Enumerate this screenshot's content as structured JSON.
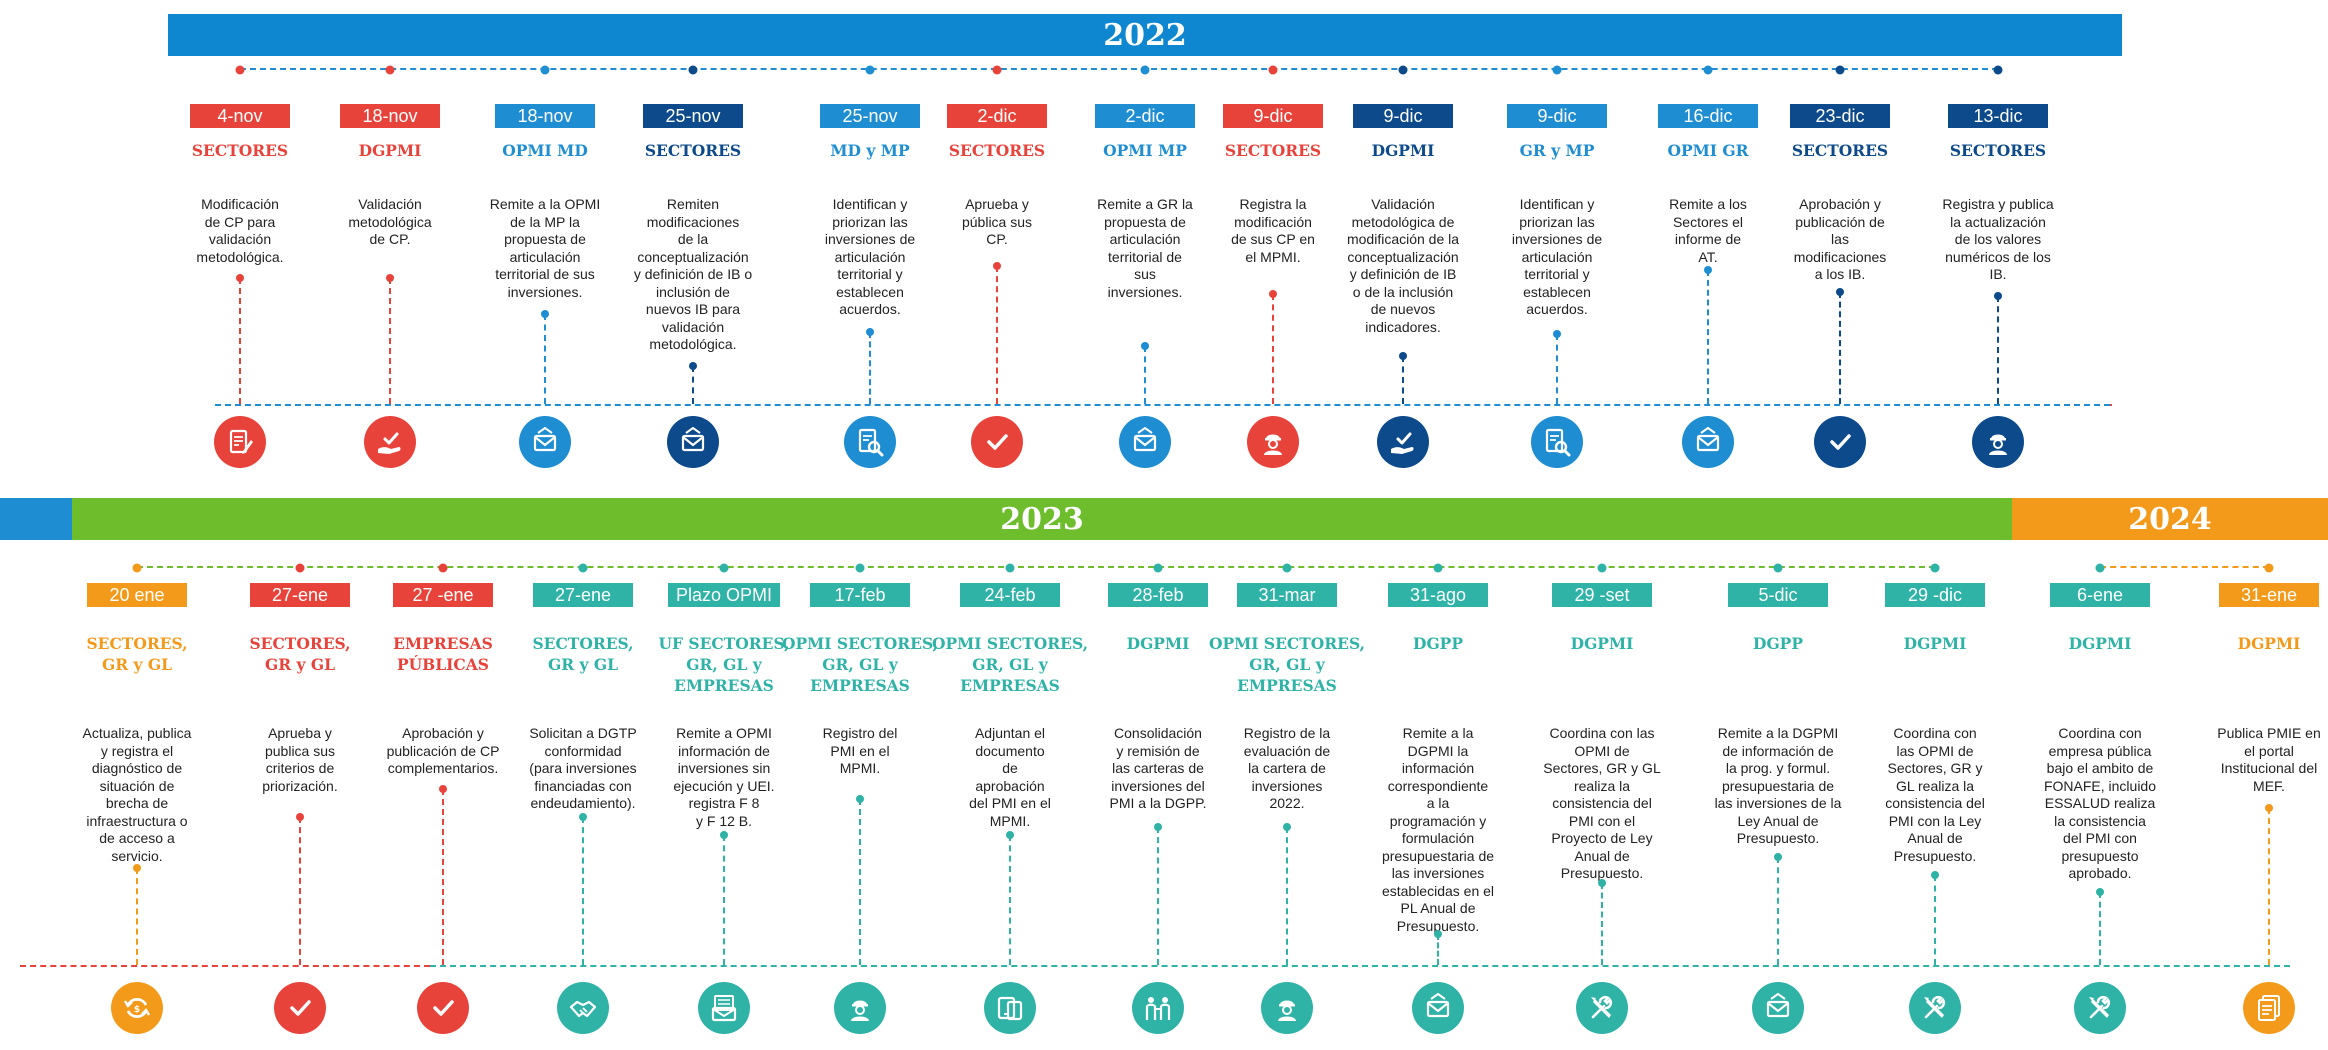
{
  "year_2022": "2022",
  "year_2023": "2023",
  "year_2024": "2024",
  "colors": {
    "red": "#e8433a",
    "navy": "#0d4a8b",
    "blue": "#1e8dd2",
    "teal": "#2eb3a6",
    "orange": "#f39a1a",
    "green": "#6ebd2d"
  },
  "timeline_2022": [
    {
      "date": "4-nov",
      "actor": "SECTORES",
      "desc": "Modificación\nde CP para\nvalidación\nmetodológica.",
      "color": "red",
      "icon": "document-edit-icon"
    },
    {
      "date": "18-nov",
      "actor": "DGPMI",
      "desc": "Validación\nmetodológica\nde CP.",
      "color": "red",
      "icon": "hand-check-icon"
    },
    {
      "date": "18-nov",
      "actor": "OPMI MD",
      "desc": "Remite a la OPMI\nde la MP la\npropuesta de\narticulación\nterritorial de sus\ninversiones.",
      "color": "blue",
      "icon": "envelope-icon"
    },
    {
      "date": "25-nov",
      "actor": "SECTORES",
      "desc": "Remiten\nmodificaciones\nde la\nconceptualización\ny definición de IB o\ninclusión de\nnuevos IB para\nvalidación\nmetodológica.",
      "color": "navy",
      "icon": "envelope-icon"
    },
    {
      "date": "25-nov",
      "actor": "MD y MP",
      "desc": "Identifican y\npriorizan las\ninversiones de\narticulación\nterritorial y\nestablecen\nacuerdos.",
      "color": "blue",
      "icon": "document-search-icon"
    },
    {
      "date": "2-dic",
      "actor": "SECTORES",
      "desc": "Aprueba y\npública sus\nCP.",
      "color": "red",
      "icon": "check-circle-icon"
    },
    {
      "date": "2-dic",
      "actor": "OPMI MP",
      "desc": "Remite a GR la\npropuesta de\narticulación\nterritorial de\nsus\ninversiones.",
      "color": "blue",
      "icon": "envelope-icon"
    },
    {
      "date": "9-dic",
      "actor": "SECTORES",
      "desc": "Registra la\nmodificación\nde sus CP en\nel MPMI.",
      "color": "red",
      "icon": "worker-icon"
    },
    {
      "date": "9-dic",
      "actor": "DGPMI",
      "desc": "Validación\nmetodológica de\nmodificación de la\nconceptualización\ny definición de IB\no de la inclusión\nde nuevos\nindicadores.",
      "color": "navy",
      "icon": "hand-check-icon"
    },
    {
      "date": "9-dic",
      "actor": "GR y MP",
      "desc": "Identifican y\npriorizan las\ninversiones de\narticulación\nterritorial y\nestablecen\nacuerdos.",
      "color": "blue",
      "icon": "document-search-icon"
    },
    {
      "date": "16-dic",
      "actor": "OPMI GR",
      "desc": "Remite a los\nSectores el\ninforme de\nAT.",
      "color": "blue",
      "icon": "envelope-icon"
    },
    {
      "date": "23-dic",
      "actor": "SECTORES",
      "desc": "Aprobación y\npublicación de\nlas\nmodificaciones\na los IB.",
      "color": "navy",
      "icon": "check-circle-icon"
    },
    {
      "date": "13-dic",
      "actor": "SECTORES",
      "desc": "Registra y publica\nla actualización\nde los valores\nnuméricos de los\nIB.",
      "color": "navy",
      "icon": "worker-icon"
    }
  ],
  "timeline_2023": [
    {
      "date": "20 ene",
      "actor": "SECTORES,\nGR y GL",
      "desc": "Actualiza, publica\ny registra el\ndiagnóstico de\nsituación de\nbrecha de\ninfraestructura o\nde acceso a\nservicio.",
      "color": "orange",
      "icon": "refresh-icon"
    },
    {
      "date": "27-ene",
      "actor": "SECTORES,\nGR y GL",
      "desc": "Aprueba y\npublica sus\ncriterios de\npriorización.",
      "color": "red",
      "icon": "check-circle-icon"
    },
    {
      "date": "27 -ene",
      "actor": "EMPRESAS\nPÚBLICAS",
      "desc": "Aprobación y\npublicación de CP\ncomplementarios.",
      "color": "red",
      "icon": "check-circle-icon"
    },
    {
      "date": "27-ene",
      "actor": "SECTORES,\nGR y GL",
      "desc": "Solicitan a DGTP\nconformidad\n(para inversiones\nfinanciadas con\nendeudamiento).",
      "color": "teal",
      "icon": "handshake-icon"
    },
    {
      "date": "Plazo OPMI",
      "actor": "UF SECTORES,\nGR, GL y\nEMPRESAS",
      "desc": "Remite a OPMI\ninformación de\ninversiones sin\nejecución y UEI.\nregistra F 8\ny F 12 B.",
      "color": "teal",
      "icon": "mail-document-icon"
    },
    {
      "date": "17-feb",
      "actor": "OPMI SECTORES,\nGR, GL y\nEMPRESAS",
      "desc": "Registro del\nPMI en el\nMPMI.",
      "color": "teal",
      "icon": "worker-icon"
    },
    {
      "date": "24-feb",
      "actor": "OPMI SECTORES,\nGR, GL y\nEMPRESAS",
      "desc": "Adjuntan el\ndocumento\nde\naprobación\ndel PMI en el\nMPMI.",
      "color": "teal",
      "icon": "devices-icon"
    },
    {
      "date": "28-feb",
      "actor": "DGPMI",
      "desc": "Consolidación\ny remisión de\nlas carteras de\ninversiones del\nPMI a la DGPP.",
      "color": "teal",
      "icon": "team-icon"
    },
    {
      "date": "31-mar",
      "actor": "OPMI SECTORES,\nGR, GL y\nEMPRESAS",
      "desc": "Registro de la\nevaluación de\nla cartera de\ninversiones\n2022.",
      "color": "teal",
      "icon": "worker-icon"
    },
    {
      "date": "31-ago",
      "actor": "DGPP",
      "desc": "Remite a la\nDGPMI la\ninformación\ncorrespondiente\na la\nprogramación y\nformulación\npresupuestaria de\nlas inversiones\nestablecidas en el\nPL Anual de\nPresupuesto.",
      "color": "teal",
      "icon": "envelope-icon"
    },
    {
      "date": "29 -set",
      "actor": "DGPMI",
      "desc": "Coordina con las\nOPMI de\nSectores, GR y GL\nrealiza la\nconsistencia del\nPMI con el\nProyecto de Ley\nAnual de\nPresupuesto.",
      "color": "teal",
      "icon": "tools-icon"
    },
    {
      "date": "5-dic",
      "actor": "DGPP",
      "desc": "Remite a la DGPMI\nde información de\nla prog. y formul.\npresupuestaria de\nlas inversiones de la\nLey Anual de\nPresupuesto.",
      "color": "teal",
      "icon": "envelope-icon"
    },
    {
      "date": "29 -dic",
      "actor": "DGPMI",
      "desc": "Coordina con\nlas OPMI de\nSectores, GR y\nGL realiza la\nconsistencia del\nPMI con la Ley\nAnual de\nPresupuesto.",
      "color": "teal",
      "icon": "tools-icon"
    }
  ],
  "timeline_2024": [
    {
      "date": "6-ene",
      "actor": "DGPMI",
      "desc": "Coordina con\nempresa pública\nbajo el ambito de\nFONAFE, incluido\nESSALUD realiza\nla consistencia\ndel PMI con\npresupuesto\naprobado.",
      "color": "teal",
      "icon": "tools-icon"
    },
    {
      "date": "31-ene",
      "actor": "DGPMI",
      "desc": "Publica PMIE en\nel portal\nInstitucional del\nMEF.",
      "color": "orange",
      "icon": "documents-icon"
    }
  ]
}
